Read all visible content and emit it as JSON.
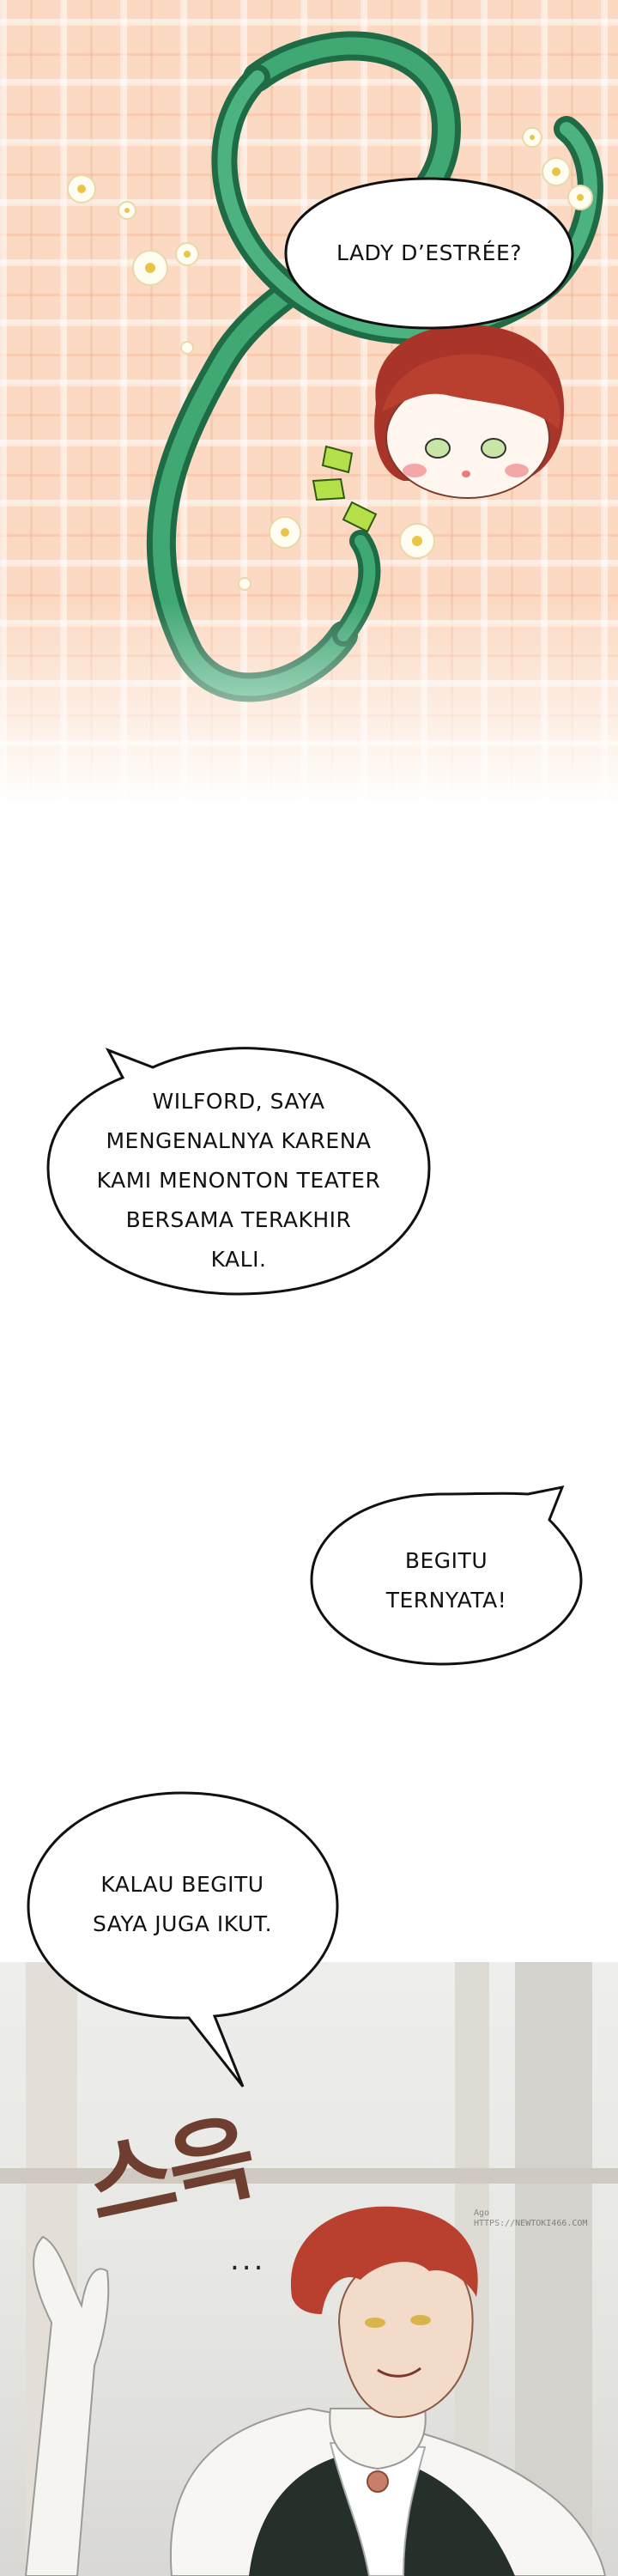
{
  "bubbles": {
    "lady_destree": "LADY D’ESTRÉE?",
    "wilford": "WILFORD, SAYA\nMENGENALNYA KARENA\nKAMI MENONTON TEATER\nBERSAMA TERAKHIR\nKALI.",
    "begitu": "BEGITU\nTERNYATA!",
    "kalau": "KALAU BEGITU\nSAYA JUGA IKUT."
  },
  "sfx": {
    "text": "스윽",
    "dots": "..."
  },
  "watermark": {
    "text": "Ago　　　　　　\nHTTPS://NEWTOKI466.COM"
  },
  "colors": {
    "plaid": "#fbd9c2",
    "ribbon": "#2f8a5c",
    "hair": "#b9402f",
    "vest": "#26302a"
  }
}
